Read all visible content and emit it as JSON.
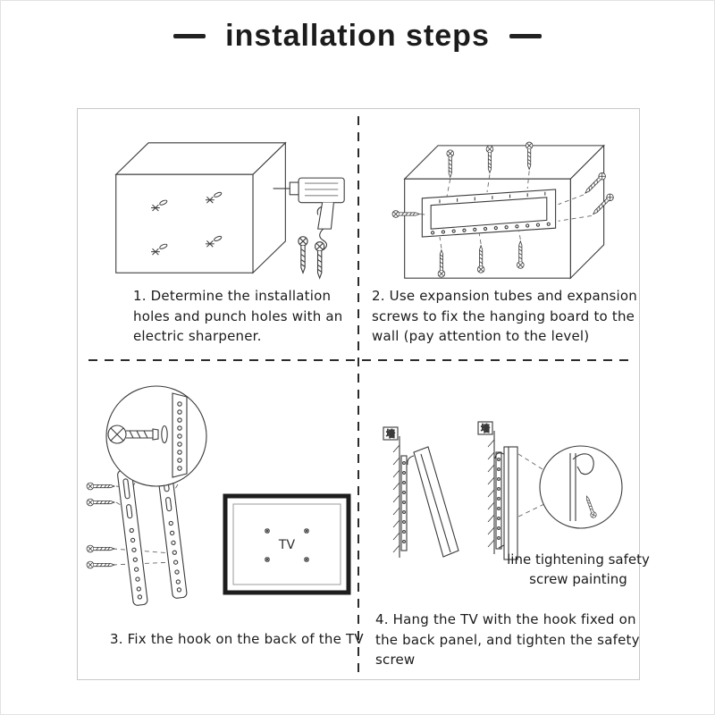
{
  "title": "installation steps",
  "labels": {
    "tv": "TV",
    "wall": "墙"
  },
  "colors": {
    "line": "#3a3a3a",
    "frame_border": "#c9c9c9",
    "text": "#1b1b1b"
  },
  "steps": [
    {
      "id": 1,
      "caption": "1. Determine the installation holes and punch holes with an electric sharpener."
    },
    {
      "id": 2,
      "caption": "2. Use expansion tubes and expansion screws to fix the hanging board to the wall (pay attention to the level)"
    },
    {
      "id": 3,
      "caption": "3. Fix the hook on the back of the TV"
    },
    {
      "id": 4,
      "caption": "4. Hang the TV with the hook fixed on the back panel, and tighten the safety screw",
      "annotation": "line tightening safety screw painting"
    }
  ]
}
